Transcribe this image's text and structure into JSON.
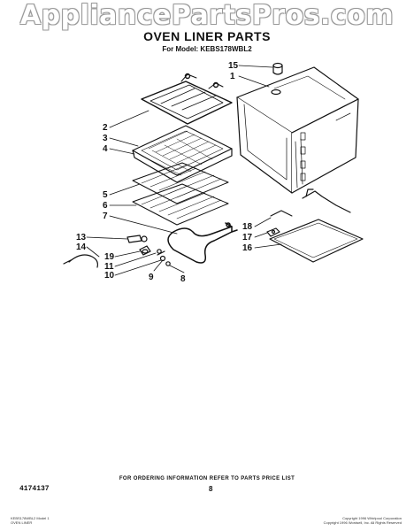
{
  "watermark": "AppliancePartsPros.com",
  "title": "OVEN LINER PARTS",
  "subtitle": "For Model: KEBS178WBL2",
  "callouts": [
    {
      "id": "c15",
      "text": "15"
    },
    {
      "id": "c1",
      "text": "1"
    },
    {
      "id": "c2",
      "text": "2"
    },
    {
      "id": "c3",
      "text": "3"
    },
    {
      "id": "c4",
      "text": "4"
    },
    {
      "id": "c5",
      "text": "5"
    },
    {
      "id": "c6",
      "text": "6"
    },
    {
      "id": "c7",
      "text": "7"
    },
    {
      "id": "c13",
      "text": "13"
    },
    {
      "id": "c14",
      "text": "14"
    },
    {
      "id": "c19",
      "text": "19"
    },
    {
      "id": "c11",
      "text": "11"
    },
    {
      "id": "c10",
      "text": "10"
    },
    {
      "id": "c9",
      "text": "9"
    },
    {
      "id": "c8",
      "text": "8"
    },
    {
      "id": "c18",
      "text": "18"
    },
    {
      "id": "c17",
      "text": "17"
    },
    {
      "id": "c16",
      "text": "16"
    }
  ],
  "footer": {
    "part_number": "4174137",
    "ordering_note": "FOR ORDERING INFORMATION REFER TO PARTS PRICE LIST",
    "page": "8",
    "fine_left": [
      "KEBS178WBL2 Model 1",
      "OVEN LINER"
    ],
    "fine_right": [
      "Copyright 1996 Whirlpool Corporation",
      "Copyright 1996 Wordsell, Inc. All Rights Reserved"
    ]
  }
}
